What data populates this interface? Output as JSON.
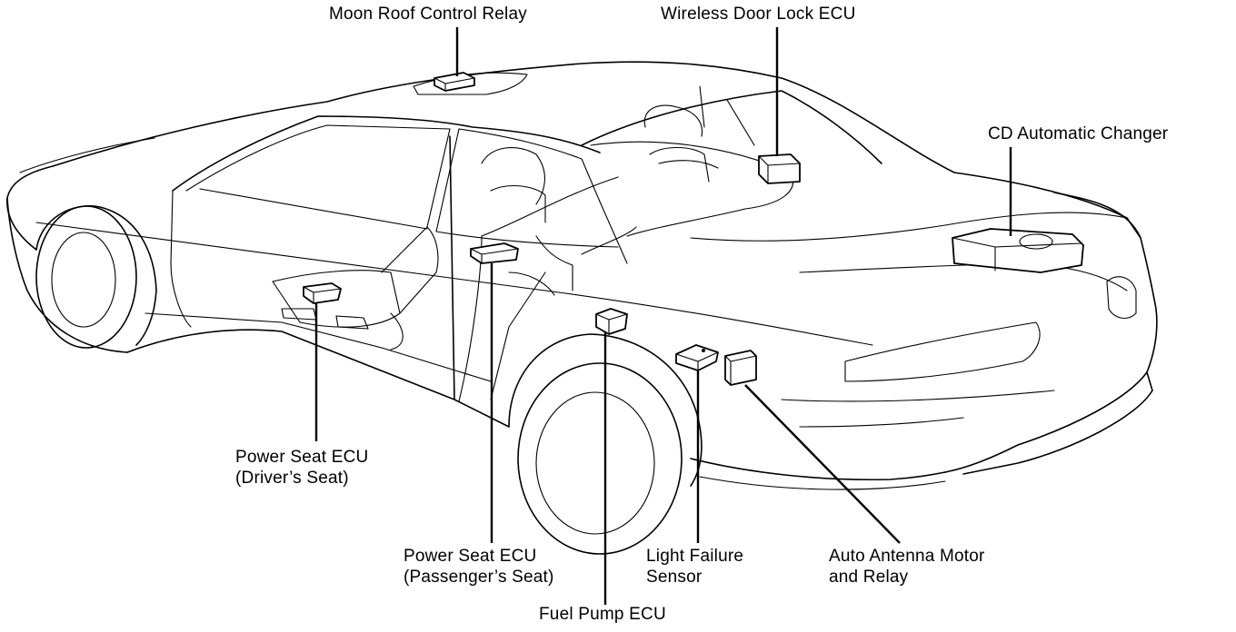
{
  "labels": {
    "moon_roof_relay": "Moon Roof Control Relay",
    "wireless_door_lock": "Wireless Door Lock ECU",
    "cd_changer": "CD Automatic Changer",
    "power_seat_driver": [
      "Power Seat ECU",
      "(Driver’s Seat)"
    ],
    "power_seat_passenger": [
      "Power Seat ECU",
      "(Passenger’s Seat)"
    ],
    "fuel_pump": "Fuel Pump ECU",
    "light_failure": [
      "Light Failure",
      "Sensor"
    ],
    "auto_antenna": [
      "Auto Antenna Motor",
      "and Relay"
    ]
  },
  "colors": {
    "line": "#000000",
    "background": "#ffffff"
  }
}
